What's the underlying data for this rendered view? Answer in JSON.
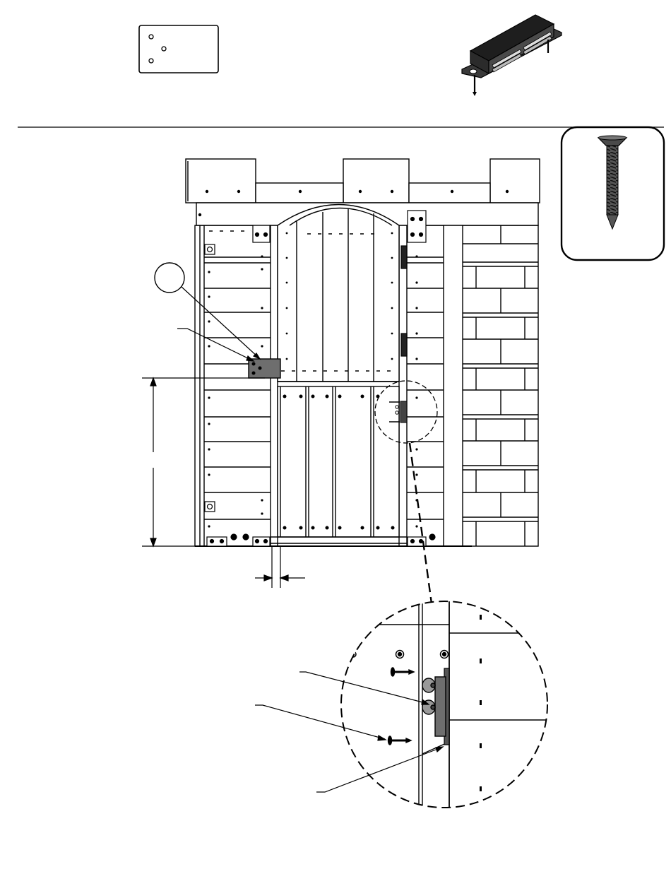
{
  "page": {
    "title": "",
    "step_number": ""
  },
  "parts": [
    {
      "name": "mounting-plate",
      "label": "",
      "quantity": ""
    },
    {
      "name": "magnetic-catch",
      "label": "",
      "quantity": ""
    },
    {
      "name": "screw",
      "label": "",
      "quantity": ""
    }
  ],
  "callouts": {
    "circle_label": "",
    "plate_label": "",
    "screw_label": "",
    "lower_screw_label": "",
    "catch_label": ""
  },
  "dimensions": {
    "height_value": "",
    "gap_value": ""
  },
  "colors": {
    "line": "#000000",
    "part_fill": "#6e6e6e",
    "dark_part": "#2a2a2a",
    "paper": "#ffffff"
  }
}
